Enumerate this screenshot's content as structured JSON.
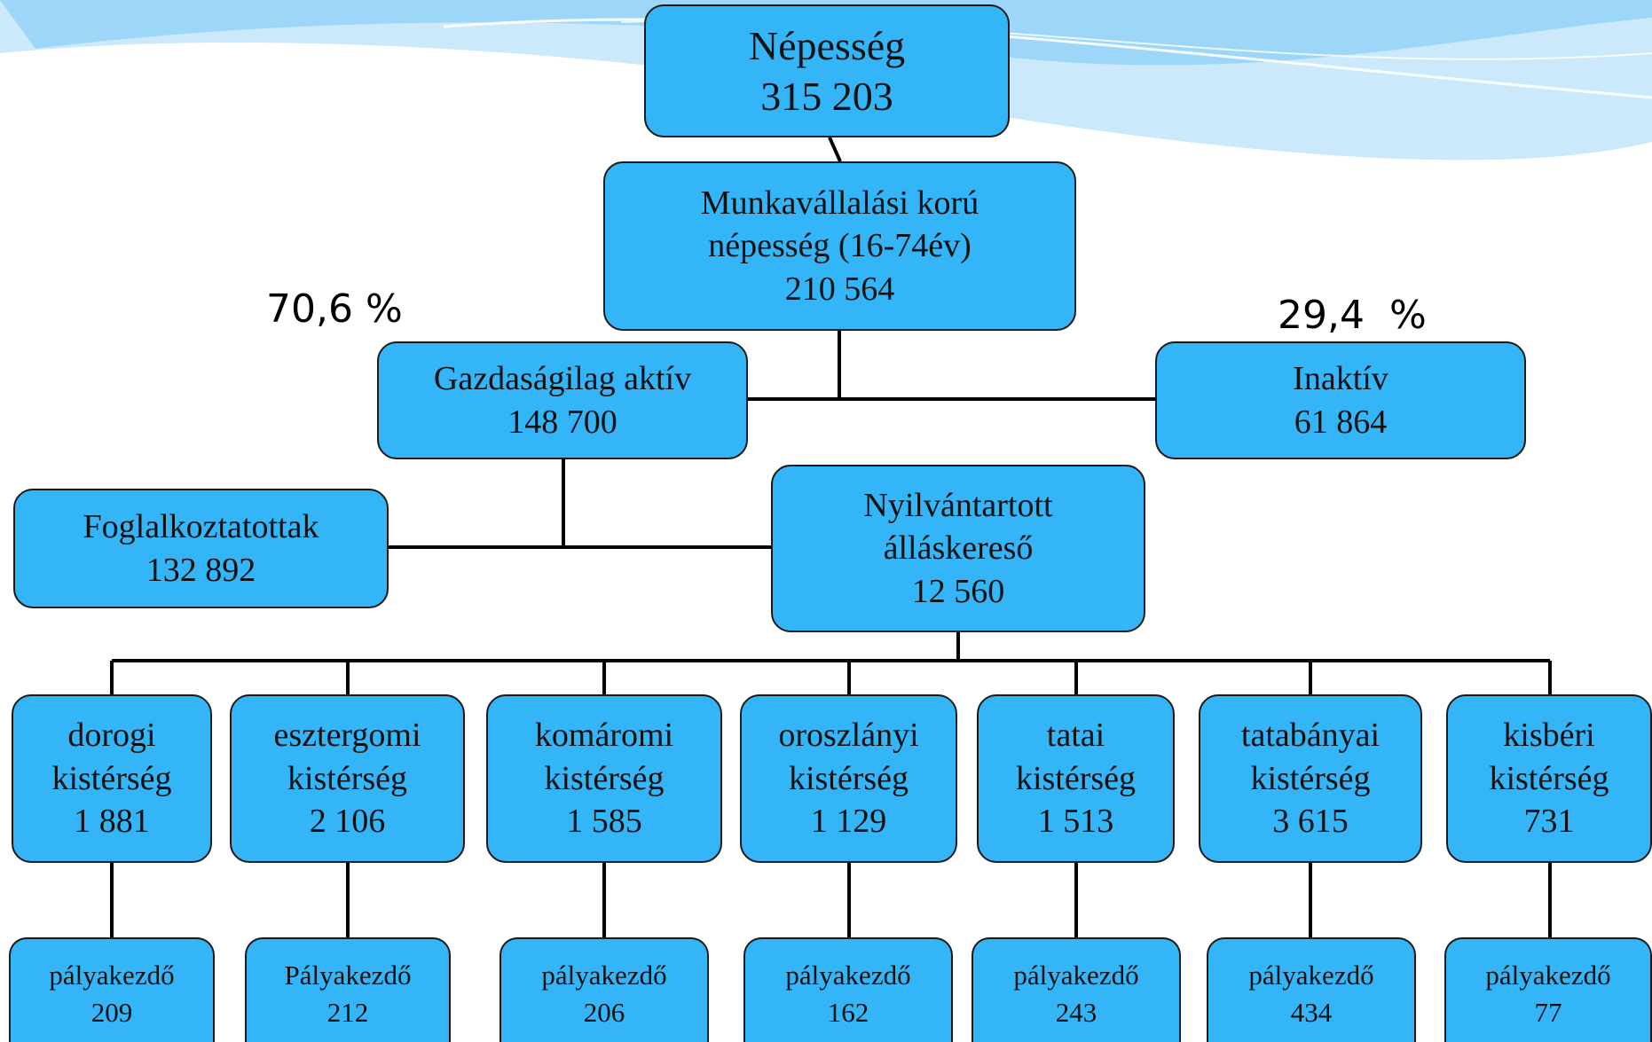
{
  "colors": {
    "box_fill": "#33b5f7",
    "box_border": "#1a1a1a",
    "connector": "#000000",
    "wave": "#9dd6f8"
  },
  "nodes": {
    "nepesseg": {
      "label": "Népesség",
      "value": "315 203"
    },
    "munkavallalasi": {
      "label": "Munkavállalási korú",
      "label2": "népesség (16-74év)",
      "value": "210 564"
    },
    "aktiv": {
      "label": "Gazdaságilag aktív",
      "value": "148 700"
    },
    "inaktiv": {
      "label": "Inaktív",
      "value": "61 864"
    },
    "foglalkoztatottak": {
      "label": "Foglalkoztatottak",
      "value": "132 892"
    },
    "allaskereso": {
      "label": "Nyilvántartott",
      "label2": "álláskereső",
      "value": "12 560"
    }
  },
  "percentages": {
    "aktiv": "70,6 %",
    "inaktiv": "29,4  %"
  },
  "districts": [
    {
      "name": "dorogi",
      "suffix": "kistérség",
      "value": "1 881",
      "starter_label": "pályakezdő",
      "starter_value": "209"
    },
    {
      "name": "esztergomi",
      "suffix": "kistérség",
      "value": "2 106",
      "starter_label": "Pályakezdő",
      "starter_value": "212"
    },
    {
      "name": "komáromi",
      "suffix": "kistérség",
      "value": "1 585",
      "starter_label": "pályakezdő",
      "starter_value": "206"
    },
    {
      "name": "oroszlányi",
      "suffix": "kistérség",
      "value": "1 129",
      "starter_label": "pályakezdő",
      "starter_value": "162"
    },
    {
      "name": "tatai",
      "suffix": "kistérség",
      "value": "1 513",
      "starter_label": "pályakezdő",
      "starter_value": "243"
    },
    {
      "name": "tatabányai",
      "suffix": "kistérség",
      "value": "3 615",
      "starter_label": "pályakezdő",
      "starter_value": "434"
    },
    {
      "name": "kisbéri",
      "suffix": "kistérség",
      "value": "731",
      "starter_label": "pályakezdő",
      "starter_value": "77"
    }
  ]
}
